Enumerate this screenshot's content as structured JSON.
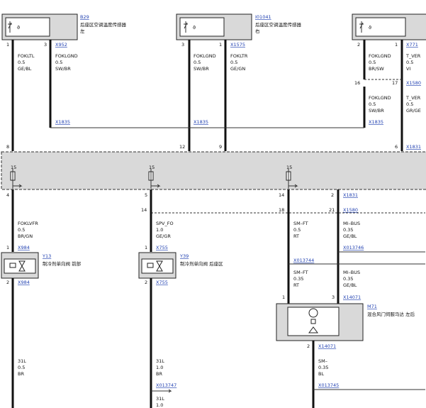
{
  "components": {
    "b29": {
      "id": "B29",
      "desc1": "后座区空调温度传感器",
      "desc2": "左"
    },
    "i01041": {
      "id": "I01041",
      "desc1": "后座区空调温度传感器",
      "desc2": "右"
    },
    "y13": {
      "id": "Y13",
      "desc": "制冷剂单向阀 前部"
    },
    "y39": {
      "id": "Y39",
      "desc": "制冷剂单向阀 后座区"
    },
    "m71": {
      "id": "M71",
      "desc": "混合风门伺服马达 左后"
    }
  },
  "connectors": {
    "x952": "X952",
    "x1575": "X1575",
    "x771": "X771",
    "x1580": "X1580",
    "x1835": "X1835",
    "x1831": "X1831",
    "x984": "X984",
    "x755": "X755",
    "x013744": "X013744",
    "x013746": "X013746",
    "x14071": "X14071",
    "x013747": "X013747",
    "x013745": "X013745"
  },
  "wires": {
    "fokltl": [
      "FOKLTL",
      "0.5",
      "GE/BL"
    ],
    "foklgnd_b29": [
      "FOKLGND",
      "0.5",
      "SW/BR"
    ],
    "foklgnd_i01041": [
      "FOKLGND",
      "0.5",
      "SW/BR"
    ],
    "fokltr": [
      "FOKLTR",
      "0.5",
      "GE/GN"
    ],
    "foklgnd_right": [
      "FOKLGND",
      "0.5",
      "BR/SW"
    ],
    "t_ver_vi": [
      "T_VER",
      "0.5",
      "VI"
    ],
    "foklgnd_16": [
      "FOKLGND",
      "0.5",
      "SW/BR"
    ],
    "t_ver_grge": [
      "T_VER",
      "0.5",
      "GR/GE"
    ],
    "foklvfr": [
      "FOKLVFR",
      "0.5",
      "BR/GN"
    ],
    "spv_fo": [
      "SPV_FO",
      "1.0",
      "GE/GR"
    ],
    "sm_ft_1": [
      "SM–FT",
      "0.5",
      "RT"
    ],
    "mi_bus_1": [
      "MI–BUS",
      "0.35",
      "GE/BL"
    ],
    "sm_ft_2": [
      "SM–FT",
      "0.35",
      "RT"
    ],
    "mi_bus_2": [
      "MI–BUS",
      "0.35",
      "GE/BL"
    ],
    "w31l_1": [
      "31L",
      "0.5",
      "BR"
    ],
    "w31l_2": [
      "31L",
      "1.0",
      "BR"
    ],
    "w31l_3": [
      "31L",
      "1.0"
    ],
    "sm_minus": [
      "SM–",
      "0.35",
      "BL"
    ]
  },
  "pins": {
    "b29_1": "1",
    "b29_3": "3",
    "i01041_3": "3",
    "i01041_1": "1",
    "r_2": "2",
    "r_1": "1",
    "r_16": "16",
    "r_17": "17",
    "bus_8": "8",
    "bus_12": "12",
    "bus_9": "9",
    "bus_6": "6",
    "fuse_15a": "15",
    "fuse_15b": "15",
    "fuse_15c": "15",
    "out_4": "4",
    "out_5": "5",
    "out_14": "14",
    "out_2": "2",
    "spv_14": "14",
    "sm_18": "18",
    "mi_21": "21",
    "y13_1": "1",
    "y13_2": "2",
    "y39_1": "1",
    "y39_2": "2",
    "m71_1": "1",
    "m71_3": "3",
    "m71_2": "2"
  },
  "symbols": {
    "theta": "ϑ"
  }
}
